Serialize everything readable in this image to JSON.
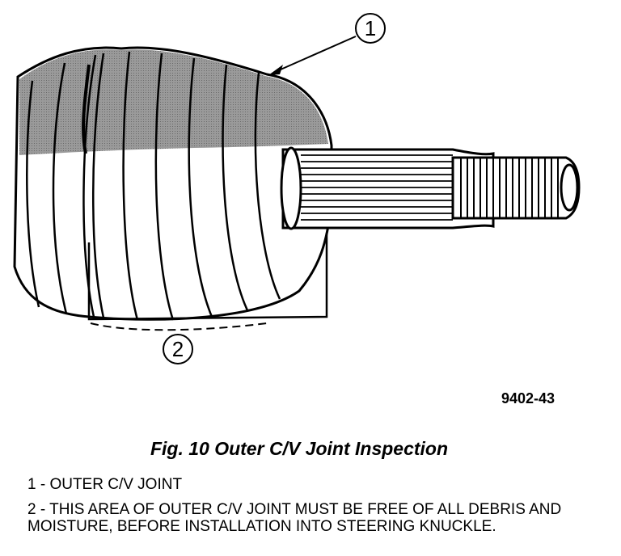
{
  "figure": {
    "code": "9402-43",
    "caption": "Fig. 10 Outer C/V Joint Inspection",
    "callouts": [
      "1",
      "2"
    ]
  },
  "legend": [
    {
      "text": "1 - OUTER C/V JOINT"
    },
    {
      "text": "2 - THIS AREA OF OUTER C/V JOINT MUST BE FREE OF ALL DEBRIS AND MOISTURE, BEFORE INSTALLATION INTO STEERING KNUCKLE."
    }
  ]
}
